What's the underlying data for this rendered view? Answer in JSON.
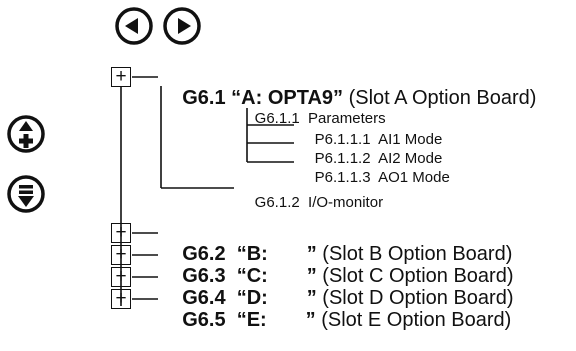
{
  "nav": {
    "left_icon": "arrow-left-icon",
    "right_icon": "arrow-right-icon",
    "up_plus_icon": "up-plus-icon",
    "down_icon": "down-icon"
  },
  "groups": [
    {
      "code": "G6.1",
      "name": "“A: OPTA9”",
      "desc": "(Slot A Option Board)"
    },
    {
      "code": "G6.2",
      "name": "“B:       ”",
      "desc": "(Slot B Option Board)"
    },
    {
      "code": "G6.3",
      "name": "“C:       ”",
      "desc": "(Slot C Option Board)"
    },
    {
      "code": "G6.4",
      "name": "“D:       ”",
      "desc": "(Slot D Option Board)"
    },
    {
      "code": "G6.5",
      "name": "“E:       ”",
      "desc": "(Slot E Option Board)"
    }
  ],
  "subgroups": [
    {
      "code": "G6.1.1",
      "label": "Parameters"
    },
    {
      "code": "G6.1.2",
      "label": "I/O-monitor"
    }
  ],
  "parameters": [
    {
      "code": "P6.1.1.1",
      "label": "AI1 Mode"
    },
    {
      "code": "P6.1.1.2",
      "label": "AI2 Mode"
    },
    {
      "code": "P6.1.1.3",
      "label": "AO1 Mode"
    }
  ],
  "expander_symbol": "+"
}
